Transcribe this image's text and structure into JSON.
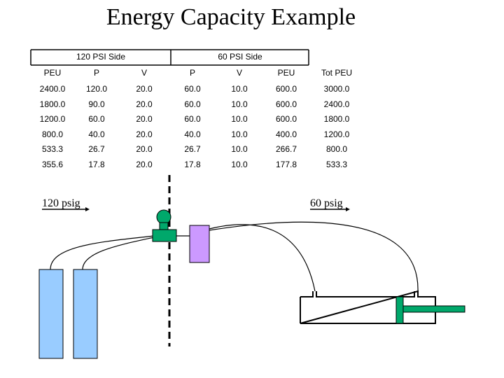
{
  "title": "Energy Capacity Example",
  "table": {
    "group_headers": [
      "120 PSI Side",
      "60 PSI Side"
    ],
    "columns": [
      "PEU",
      "P",
      "V",
      "P",
      "V",
      "PEU",
      "Tot PEU"
    ],
    "rows": [
      [
        "2400.0",
        "120.0",
        "20.0",
        "60.0",
        "10.0",
        "600.0",
        "3000.0"
      ],
      [
        "1800.0",
        "90.0",
        "20.0",
        "60.0",
        "10.0",
        "600.0",
        "2400.0"
      ],
      [
        "1200.0",
        "60.0",
        "20.0",
        "60.0",
        "10.0",
        "600.0",
        "1800.0"
      ],
      [
        "800.0",
        "40.0",
        "20.0",
        "40.0",
        "10.0",
        "400.0",
        "1200.0"
      ],
      [
        "533.3",
        "26.7",
        "20.0",
        "26.7",
        "10.0",
        "266.7",
        "800.0"
      ],
      [
        "355.6",
        "17.8",
        "20.0",
        "17.8",
        "10.0",
        "177.8",
        "533.3"
      ]
    ]
  },
  "labels": {
    "left": "120 psig",
    "right": "60 psig"
  },
  "colors": {
    "tank": "#99ccff",
    "regulator": "#00a86b",
    "valve_box": "#cc99ff",
    "piston": "#00a86b"
  }
}
